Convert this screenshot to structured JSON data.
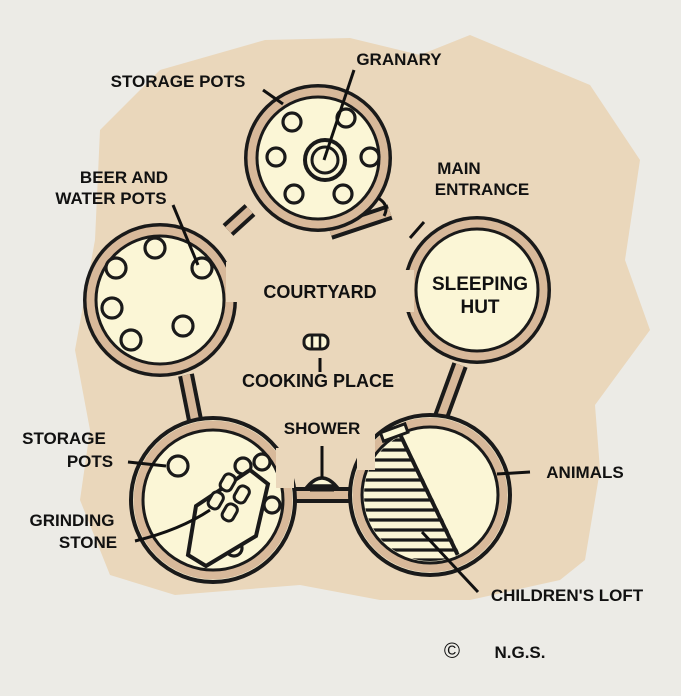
{
  "labels": {
    "storage_pots_top": "STORAGE POTS",
    "granary": "GRANARY",
    "beer_line1": "BEER AND",
    "beer_line2": "WATER POTS",
    "main_line1": "MAIN",
    "main_line2": "ENTRANCE",
    "sleeping_line1": "SLEEPING",
    "sleeping_line2": "HUT",
    "courtyard": "COURTYARD",
    "cooking_place": "COOKING PLACE",
    "storage_line1": "STORAGE",
    "storage_line2": "POTS",
    "shower": "SHOWER",
    "animals": "ANIMALS",
    "grinding_line1": "GRINDING",
    "grinding_line2": "STONE",
    "childrens_loft": "CHILDREN'S LOFT",
    "credit": "N.G.S."
  },
  "icons": {
    "copyright": "©"
  },
  "colors": {
    "background": "#ecebe6",
    "compound_ground": "#ead7bb",
    "hut_fill": "#fbf6d6",
    "wall_band": "#d8b99a",
    "ink": "#111111"
  }
}
